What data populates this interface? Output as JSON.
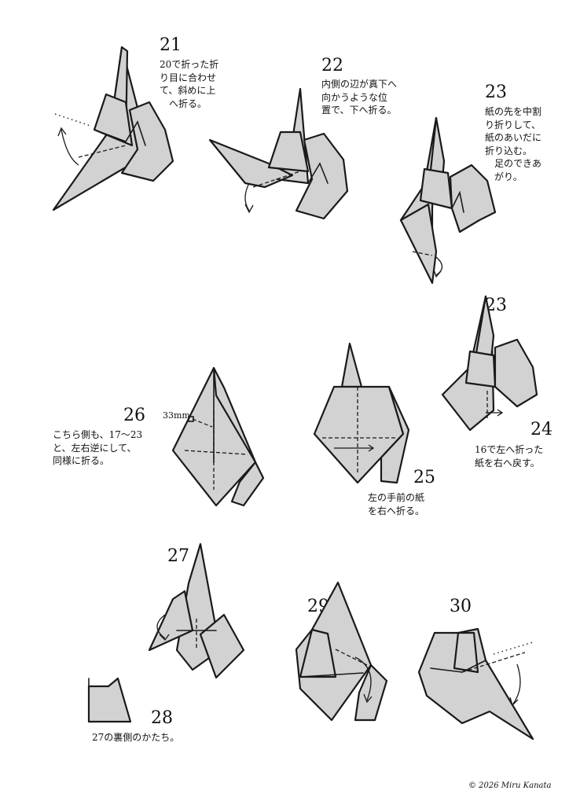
{
  "steps": {
    "s21": {
      "num": "21",
      "text": "20で折った折\nり目に合わせ\nて、斜めに上\n　へ折る。"
    },
    "s22": {
      "num": "22",
      "text": "内側の辺が真下へ\n向かうような位\n置で、下へ折る。"
    },
    "s23a": {
      "num": "23",
      "text": "紙の先を中割\nり折りして、\n紙のあいだに\n折り込む。\n　足のできあ\n　がり。"
    },
    "s23b": {
      "num": "23"
    },
    "s24": {
      "num": "24",
      "text": "16で左へ折った\n紙を右へ戻す。"
    },
    "s25": {
      "num": "25",
      "text": "左の手前の紙\nを右へ折る。"
    },
    "s26": {
      "num": "26",
      "text": "こちら側も、17～23\nと、左右逆にして、\n同様に折る。",
      "measure": "33mm"
    },
    "s27": {
      "num": "27"
    },
    "s28": {
      "num": "28",
      "text": "27の裏側のかたち。"
    },
    "s29": {
      "num": "29"
    },
    "s30": {
      "num": "30"
    }
  },
  "footer": {
    "copyright": "© 2026 Miru Kanata"
  },
  "colors": {
    "paper": "#d2d2d2",
    "line": "#1a1a1a",
    "background": "#ffffff"
  }
}
